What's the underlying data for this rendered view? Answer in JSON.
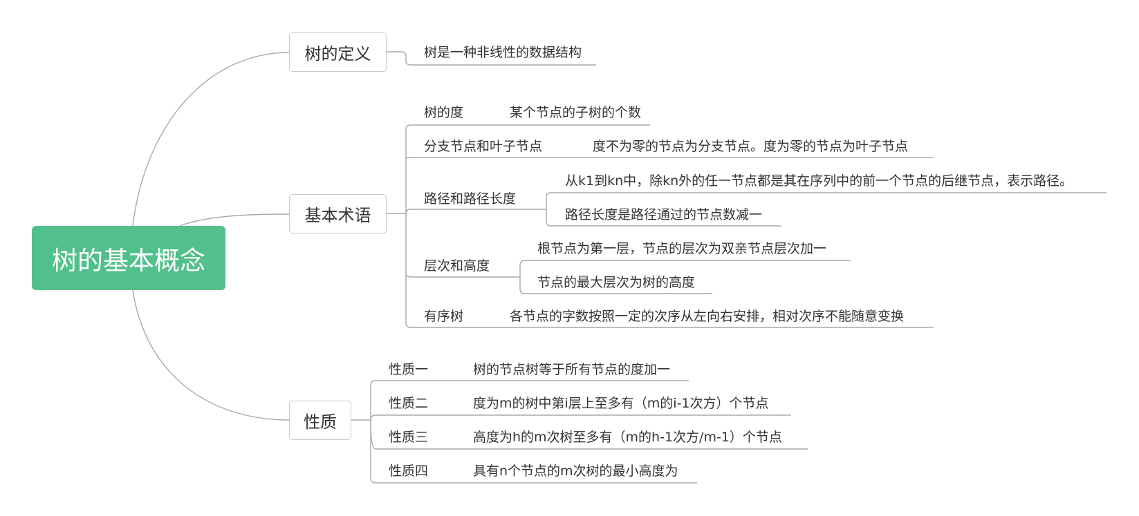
{
  "colors": {
    "root_fill": "#52c08a",
    "connector": "#a9a9a9",
    "text": "#333333"
  },
  "root": {
    "label": "树的基本概念"
  },
  "branches": {
    "definition": {
      "label": "树的定义",
      "items": [
        {
          "text": "树是一种非线性的数据结构"
        }
      ]
    },
    "terms": {
      "label": "基本术语",
      "items": [
        {
          "label": "树的度",
          "details": [
            "某个节点的子树的个数"
          ]
        },
        {
          "label": "分支节点和叶子节点",
          "details": [
            "度不为零的节点为分支节点。度为零的节点为叶子节点"
          ]
        },
        {
          "label": "路径和路径长度",
          "details": [
            "从k1到kn中，除kn外的任一节点都是其在序列中的前一个节点的后继节点，表示路径。",
            "路径长度是路径通过的节点数减一"
          ]
        },
        {
          "label": "层次和高度",
          "details": [
            "根节点为第一层，节点的层次为双亲节点层次加一",
            "节点的最大层次为树的高度"
          ]
        },
        {
          "label": "有序树",
          "details": [
            "各节点的字数按照一定的次序从左向右安排，相对次序不能随意变换"
          ]
        }
      ]
    },
    "properties": {
      "label": "性质",
      "items": [
        {
          "label": "性质一",
          "details": [
            "树的节点树等于所有节点的度加一"
          ]
        },
        {
          "label": "性质二",
          "details": [
            "度为m的树中第i层上至多有（m的i-1次方）个节点"
          ]
        },
        {
          "label": "性质三",
          "details": [
            "高度为h的m次树至多有（m的h-1次方/m-1）个节点"
          ]
        },
        {
          "label": "性质四",
          "details": [
            "具有n个节点的m次树的最小高度为"
          ]
        }
      ]
    }
  }
}
